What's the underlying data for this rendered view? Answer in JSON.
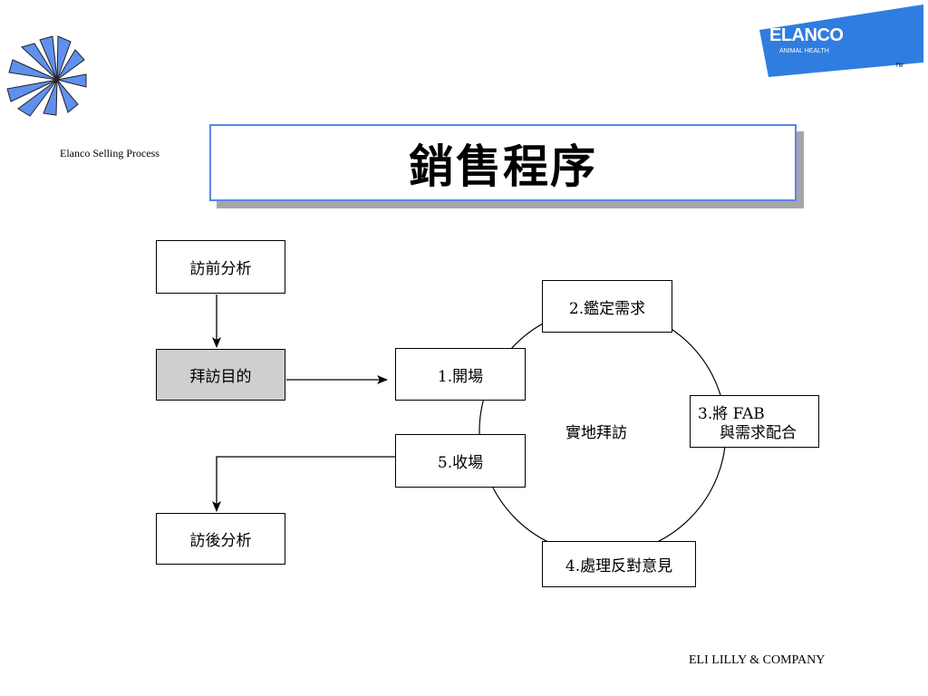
{
  "header": {
    "subtitle": "Elanco Selling Process",
    "title": "銷售程序",
    "brand_name": "ELANCO",
    "brand_sub": "ANIMAL HEALTH",
    "brand_tm": "TM"
  },
  "flow": {
    "pre_analysis": "訪前分析",
    "visit_purpose": "拜訪目的",
    "post_analysis": "訪後分析"
  },
  "cycle": {
    "center_label": "實地拜訪",
    "step1": "1.開場",
    "step2": "2.鑑定需求",
    "step3_line1": "3.將 FAB",
    "step3_line2": "與需求配合",
    "step4": "4.處理反對意見",
    "step5": "5.收場"
  },
  "footer": {
    "company": "ELI LILLY & COMPANY"
  },
  "colors": {
    "accent_blue": "#5a86e8",
    "logo_blue": "#5f90ee",
    "brand_blue": "#2f7de0",
    "purpose_box_fill": "#cfcfcf"
  }
}
